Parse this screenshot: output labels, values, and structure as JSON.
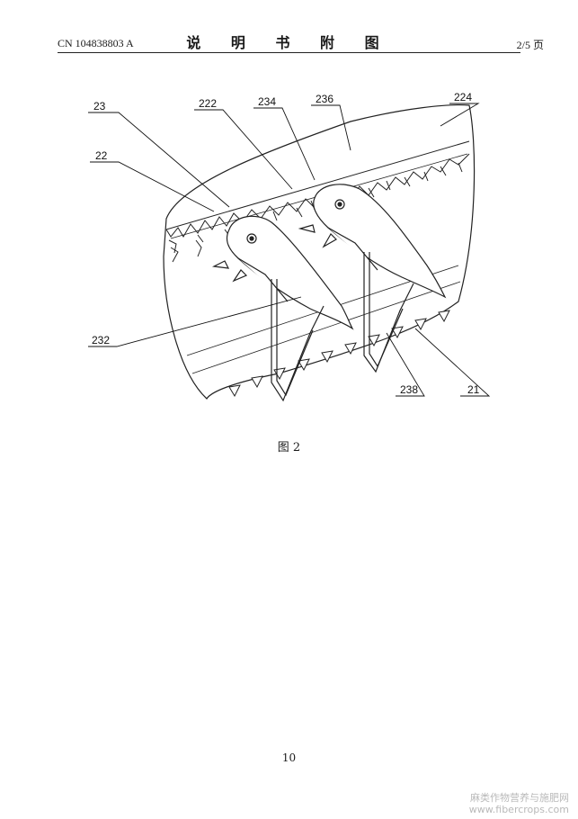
{
  "header": {
    "publication_number": "CN 104838803 A",
    "title": "说 明 书 附 图",
    "page_of": "2/5 页"
  },
  "figure": {
    "labels": [
      "23",
      "222",
      "234",
      "236",
      "224",
      "22",
      "232",
      "238",
      "21"
    ],
    "caption": "图 2"
  },
  "footer": {
    "page_number": "10"
  },
  "watermark": {
    "line1": "麻类作物营养与施肥网",
    "line2": "www.fibercrops.com"
  }
}
